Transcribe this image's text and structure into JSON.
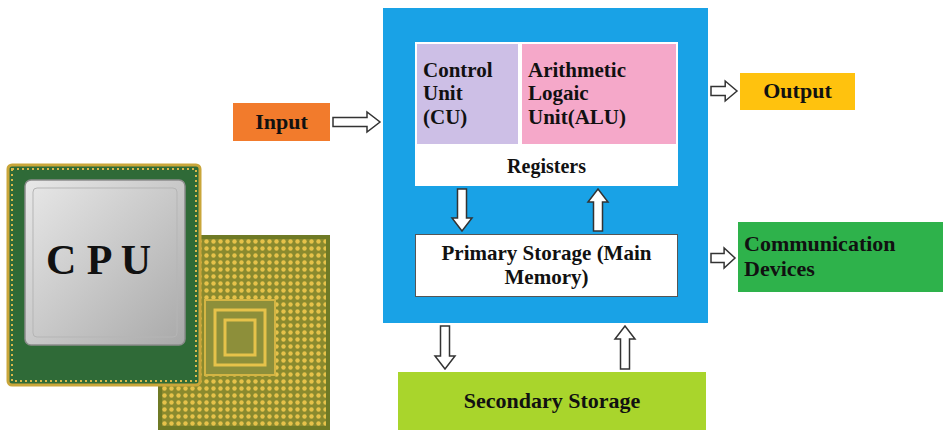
{
  "diagram": {
    "nodes": [
      {
        "text": [
          "Input"
        ]
      },
      {
        "text": []
      },
      {
        "text": [
          "Control Unit (CU)"
        ],
        "in": 1
      },
      {
        "text": [
          "Arithmetic Logaic Unit(ALU)"
        ],
        "in": 1
      },
      {
        "text": [
          "Registers"
        ],
        "in": 1
      },
      {
        "text": [
          "Primary Storage (Main Memory)"
        ],
        "in": 1
      },
      {
        "text": [
          "Output"
        ]
      },
      {
        "text": [
          "Communication Devices"
        ]
      },
      {
        "text": [
          "Secondary Storage"
        ]
      }
    ],
    "edges": [
      {
        "from": 0,
        "to": 1,
        "arrow": "to"
      },
      {
        "from": 4,
        "to": 5,
        "arrow": "to"
      },
      {
        "from": 5,
        "to": 4,
        "arrow": "to"
      },
      {
        "from": 1,
        "to": 6,
        "arrow": "to"
      },
      {
        "from": 1,
        "to": 7,
        "arrow": "to"
      },
      {
        "from": 1,
        "to": 8,
        "arrow": "to"
      },
      {
        "from": 8,
        "to": 1,
        "arrow": "to"
      }
    ],
    "labels": [
      "C P U"
    ]
  }
}
